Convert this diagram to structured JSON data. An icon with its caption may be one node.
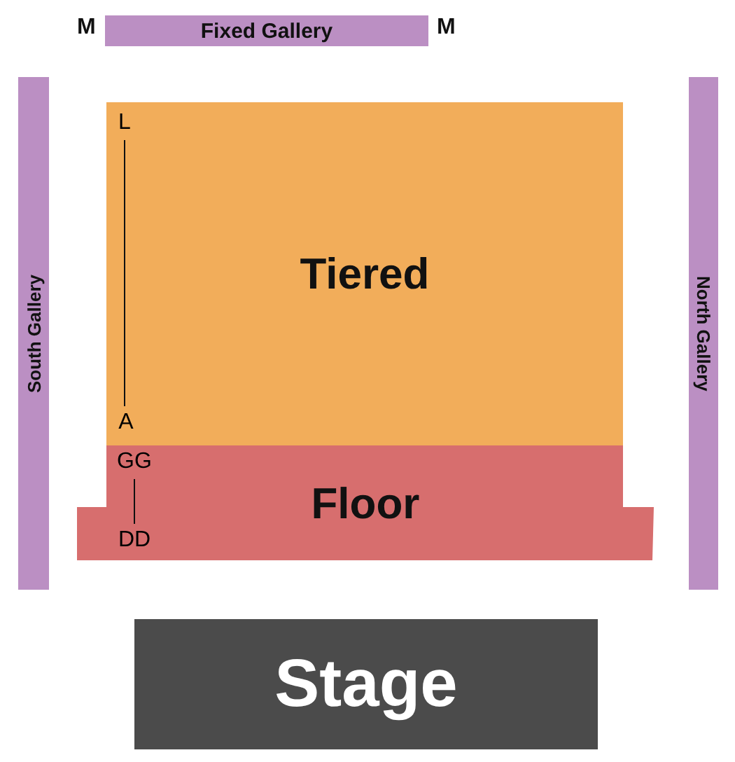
{
  "diagram": {
    "nodes": [
      {
        "text": [
          "Fixed Gallery"
        ]
      },
      {
        "text": [
          "South Gallery"
        ]
      },
      {
        "text": [
          "Tiered"
        ]
      },
      {
        "text": [
          "L"
        ],
        "in": 2
      },
      {
        "text": [
          "A"
        ],
        "in": 2
      },
      {
        "text": [
          "North Gallery"
        ]
      },
      {
        "text": [
          "Floor"
        ]
      },
      {
        "text": [
          "GG"
        ],
        "in": 6
      },
      {
        "text": [
          "DD"
        ],
        "in": 6
      },
      {
        "text": [
          "Stage"
        ]
      }
    ],
    "edges": [
      {
        "from": 3,
        "to": 4,
        "arrow": "none"
      },
      {
        "from": 7,
        "to": 8,
        "arrow": "none"
      }
    ],
    "labels": [
      "M",
      "M"
    ]
  }
}
